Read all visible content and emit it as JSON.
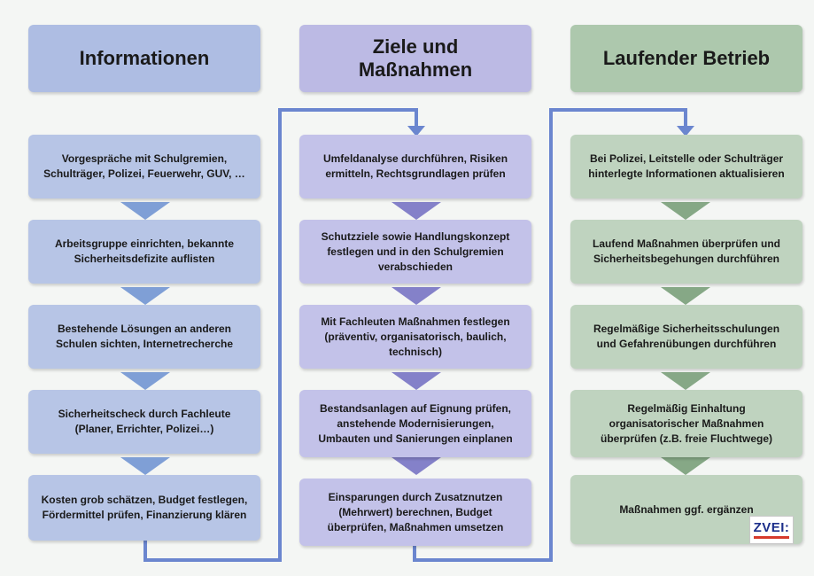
{
  "columns": [
    {
      "title": "Informationen",
      "steps": [
        "Vorgespräche mit Schulgremien, Schulträger, Polizei, Feuerwehr, GUV, …",
        "Arbeitsgruppe einrichten, bekannte Sicherheitsdefizite auflisten",
        "Bestehende Lösungen an anderen Schulen sichten, Internetrecherche",
        "Sicherheitscheck durch Fachleute (Planer, Errichter, Polizei…)",
        "Kosten grob schätzen, Budget festlegen, Fördermittel prüfen, Finanzierung klären"
      ]
    },
    {
      "title": "Ziele und Maßnahmen",
      "steps": [
        "Umfeldanalyse durchführen, Risiken ermitteln, Rechtsgrundlagen prüfen",
        "Schutzziele sowie Handlungskonzept festlegen und in den Schulgremien verabschieden",
        "Mit Fachleuten Maßnahmen festlegen (präventiv, organisatorisch, baulich, technisch)",
        "Bestandsanlagen auf Eignung prüfen, anstehende Modernisierungen, Umbauten und Sanierungen einplanen",
        "Einsparungen durch Zusatznutzen (Mehrwert) berechnen, Budget überprüfen, Maßnahmen umsetzen"
      ]
    },
    {
      "title": "Laufender Betrieb",
      "steps": [
        "Bei Polizei, Leitstelle oder Schulträger hinterlegte Informationen aktualisieren",
        "Laufend Maßnahmen überprüfen und Sicherheitsbegehungen durchführen",
        "Regelmäßige Sicherheitsschulungen und Gefahrenübungen durchführen",
        "Regelmäßig Einhaltung organisatorischer Maßnahmen überprüfen (z.B. freie Fluchtwege)",
        "Maßnahmen ggf. ergänzen"
      ]
    }
  ],
  "logo": {
    "text": "ZVEI:"
  },
  "colors": {
    "blue_box": "#b7c5e6",
    "purple_box": "#c3c2e9",
    "green_box": "#bfd3bf",
    "blue_arrow": "#7f9fd6",
    "purple_arrow": "#8481c9",
    "green_arrow": "#86a886",
    "connector": "#6b86cf"
  }
}
